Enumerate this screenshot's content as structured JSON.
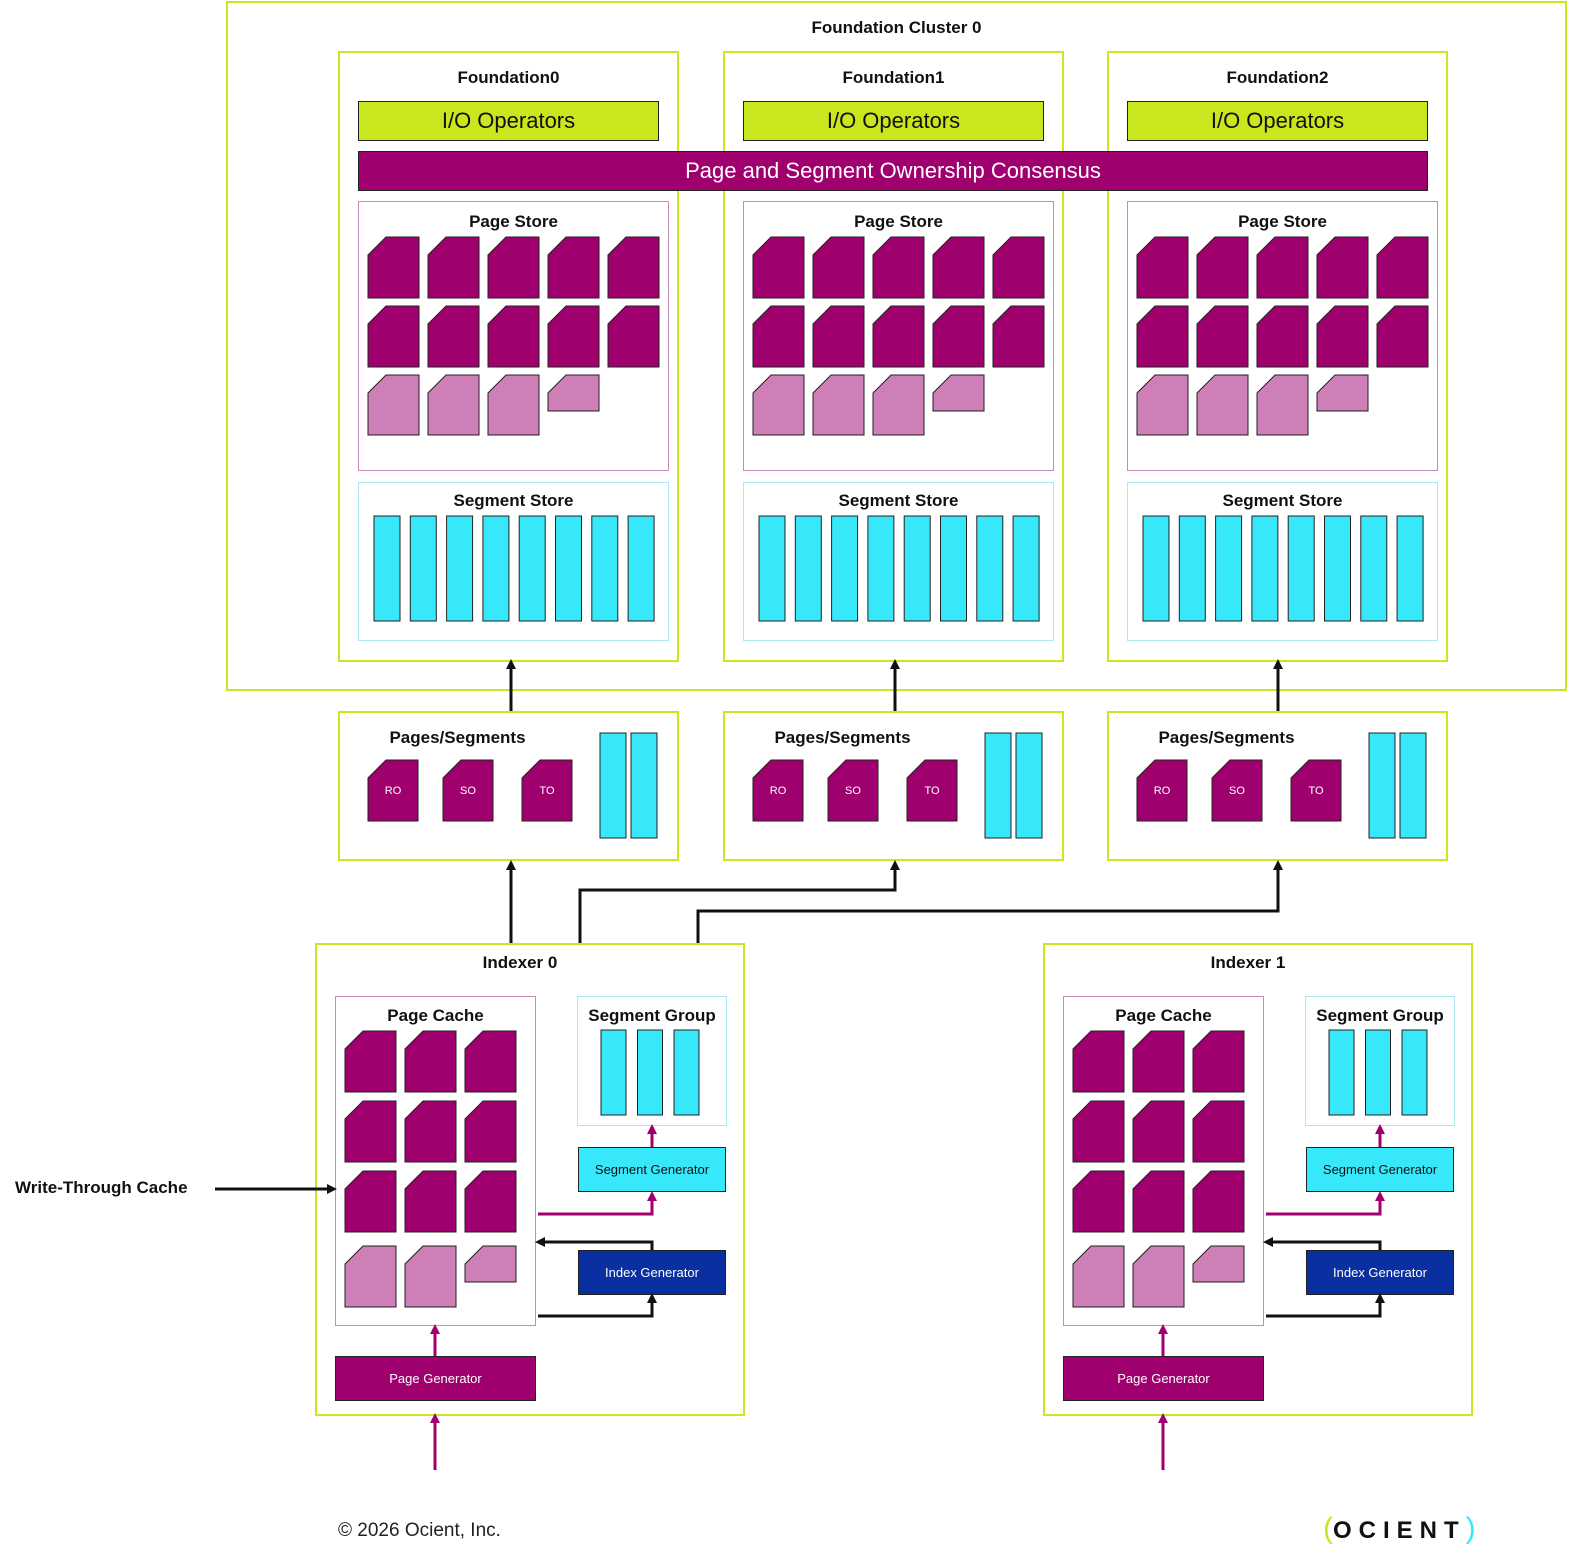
{
  "cluster": {
    "title": "Foundation Cluster 0"
  },
  "foundations": [
    {
      "title": "Foundation0",
      "io_label": "I/O Operators",
      "page_store_label": "Page Store",
      "segment_store_label": "Segment Store"
    },
    {
      "title": "Foundation1",
      "io_label": "I/O Operators",
      "page_store_label": "Page Store",
      "segment_store_label": "Segment Store"
    },
    {
      "title": "Foundation2",
      "io_label": "I/O Operators",
      "page_store_label": "Page Store",
      "segment_store_label": "Segment Store"
    }
  ],
  "consensus_label": "Page and Segment Ownership Consensus",
  "pages_segments": [
    {
      "title": "Pages/Segments",
      "page_labels": [
        "RO",
        "SO",
        "TO"
      ]
    },
    {
      "title": "Pages/Segments",
      "page_labels": [
        "RO",
        "SO",
        "TO"
      ]
    },
    {
      "title": "Pages/Segments",
      "page_labels": [
        "RO",
        "SO",
        "TO"
      ]
    }
  ],
  "indexers": [
    {
      "title": "Indexer 0",
      "page_cache_label": "Page Cache",
      "segment_group_label": "Segment Group",
      "segment_generator_label": "Segment Generator",
      "index_generator_label": "Index Generator",
      "page_generator_label": "Page Generator"
    },
    {
      "title": "Indexer 1",
      "page_cache_label": "Page Cache",
      "segment_group_label": "Segment Group",
      "segment_generator_label": "Segment Generator",
      "index_generator_label": "Index Generator",
      "page_generator_label": "Page Generator"
    }
  ],
  "write_through_label": "Write-Through Cache",
  "footer": {
    "copyright": "© 2026 Ocient, Inc.",
    "logo_text": "OCIENT"
  },
  "colors": {
    "green": "#c9e61f",
    "magenta": "#a0006e",
    "pink": "#cf7fb7",
    "cyan": "#37e8fa",
    "navy": "#0a2fa0"
  }
}
